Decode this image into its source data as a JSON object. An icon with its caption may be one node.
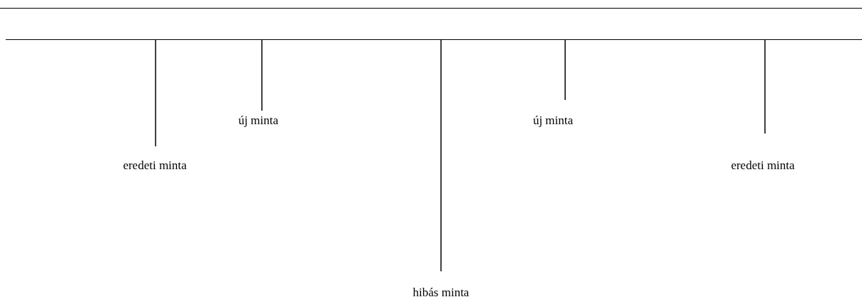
{
  "diagram": {
    "nodes": [
      {
        "text": [],
        "shape": "bar"
      },
      {
        "text": [
          "eredeti minta"
        ]
      },
      {
        "text": [
          "új minta"
        ]
      },
      {
        "text": [
          "hibás minta"
        ]
      },
      {
        "text": [
          "új minta"
        ]
      },
      {
        "text": [
          "eredeti minta"
        ]
      }
    ],
    "edges": [
      {
        "from": 1,
        "to": 0,
        "arrow": "none"
      },
      {
        "from": 2,
        "to": 0,
        "arrow": "none"
      },
      {
        "from": 3,
        "to": 0,
        "arrow": "none"
      },
      {
        "from": 4,
        "to": 0,
        "arrow": "none"
      },
      {
        "from": 5,
        "to": 0,
        "arrow": "none"
      }
    ]
  }
}
